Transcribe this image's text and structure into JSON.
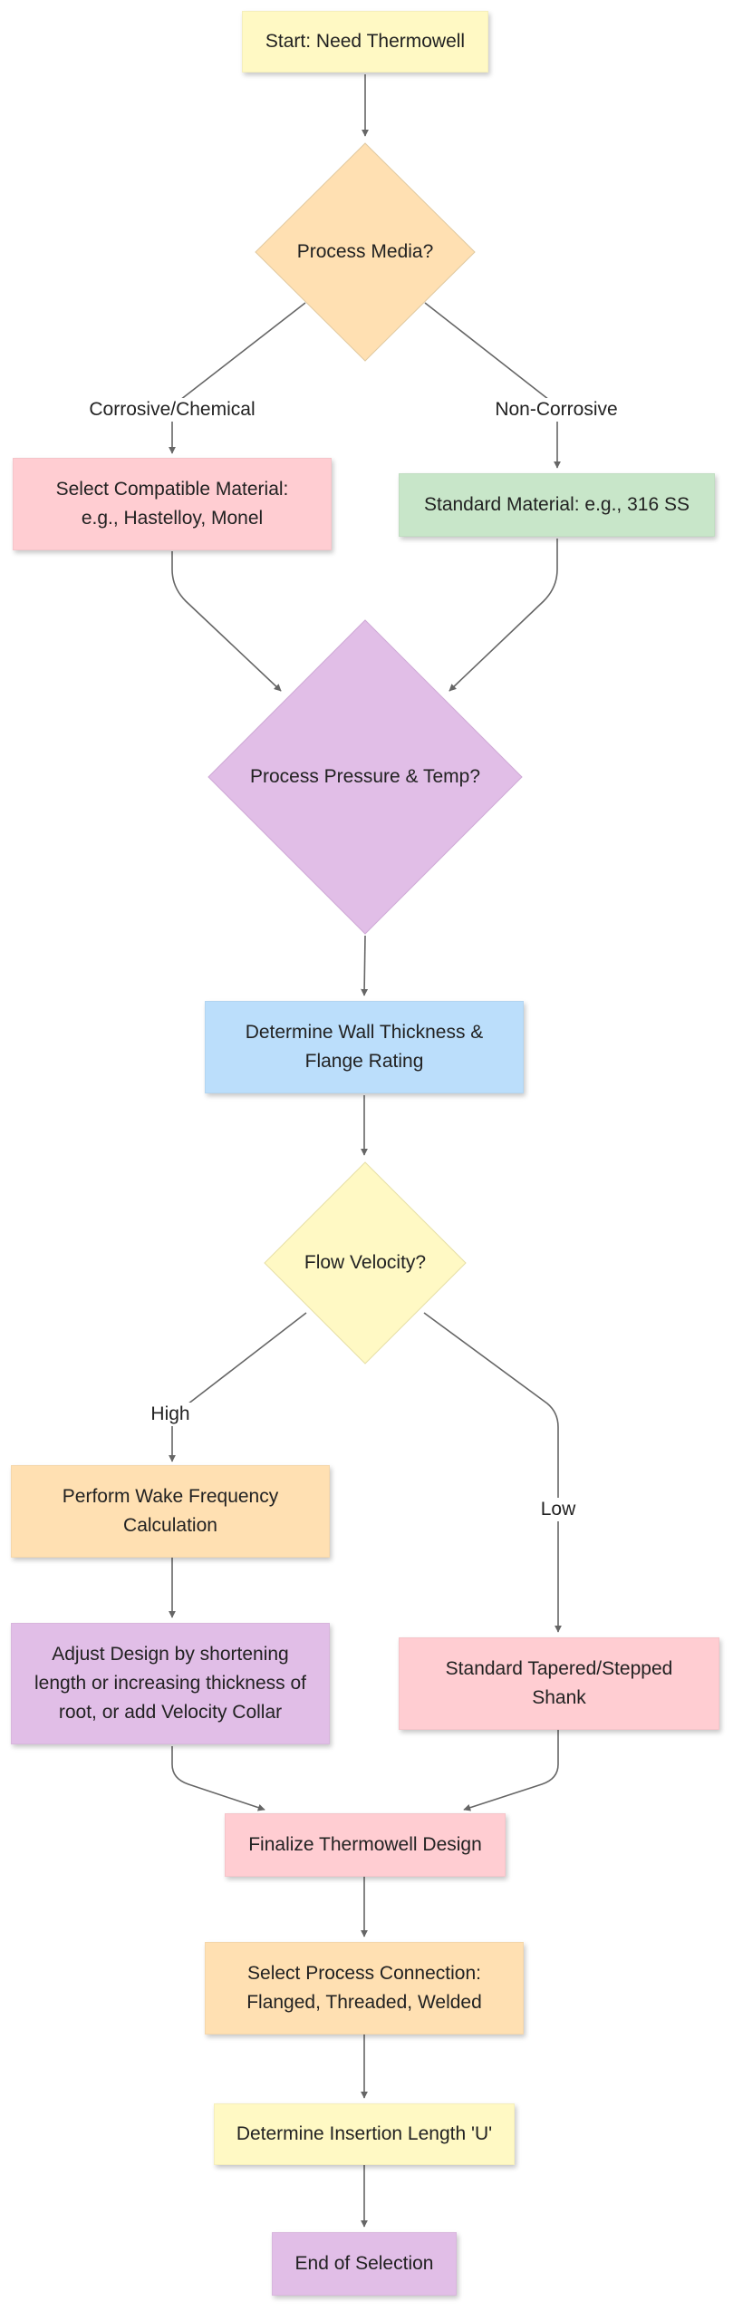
{
  "colors": {
    "yellow": "#fff9c4",
    "orange": "#ffe0b2",
    "pink": "#ffcdd2",
    "green": "#c8e6c9",
    "purple": "#e1bee7",
    "blue": "#bbdefb",
    "edge": "#666666"
  },
  "nodes": {
    "start": "Start: Need Thermowell",
    "process_media": "Process Media?",
    "compatible_material": "Select Compatible Material: e.g., Hastelloy, Monel",
    "standard_material": "Standard Material: e.g., 316 SS",
    "pressure_temp": "Process Pressure & Temp?",
    "wall_thickness": "Determine Wall Thickness & Flange Rating",
    "flow_velocity": "Flow Velocity?",
    "wake_frequency": "Perform Wake Frequency Calculation",
    "adjust_design": "Adjust Design by shortening length or increasing thickness of root, or add Velocity Collar",
    "tapered_shank": "Standard Tapered/Stepped Shank",
    "finalize_design": "Finalize Thermowell Design",
    "process_connection": "Select Process Connection: Flanged, Threaded, Welded",
    "insertion_length": "Determine Insertion Length 'U'",
    "end": "End of Selection"
  },
  "edge_labels": {
    "corrosive": "Corrosive/Chemical",
    "non_corrosive": "Non-Corrosive",
    "high": "High",
    "low": "Low"
  }
}
